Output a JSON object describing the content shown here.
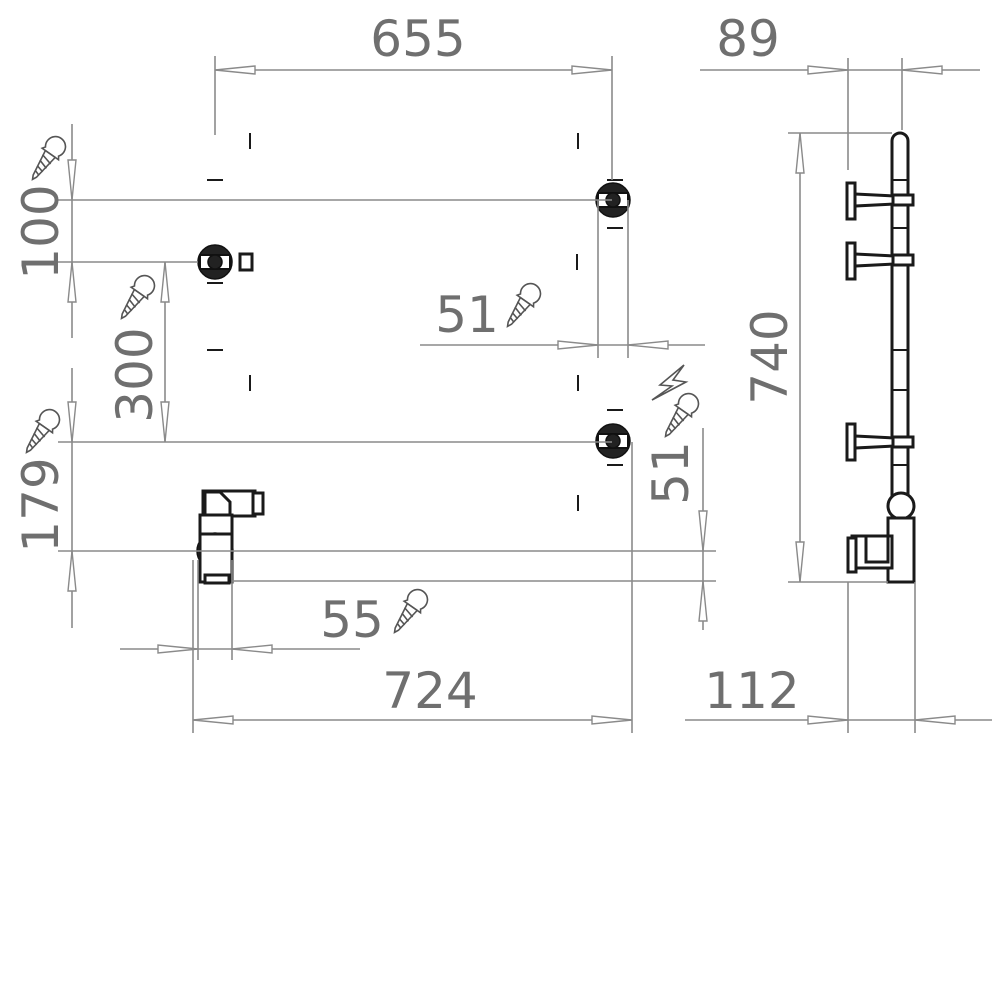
{
  "drawing": {
    "dimensions": {
      "overall_top_width": "655",
      "side_depth_top": "89",
      "upper_bracket_spacing": "100",
      "middle_bracket_spacing": "300",
      "lower_bracket_spacing": "179",
      "upper_bracket_offset": "51",
      "lower_bracket_offset": "51",
      "valve_offset": "55",
      "overall_bottom_width": "724",
      "side_depth_bottom": "112",
      "overall_height": "740"
    },
    "icons": {
      "screw": "screw-icon",
      "electric": "lightning-icon"
    },
    "colors": {
      "line": "#1a1a1a",
      "dimension": "#8a8a8a",
      "text": "#6f6f6f"
    }
  }
}
